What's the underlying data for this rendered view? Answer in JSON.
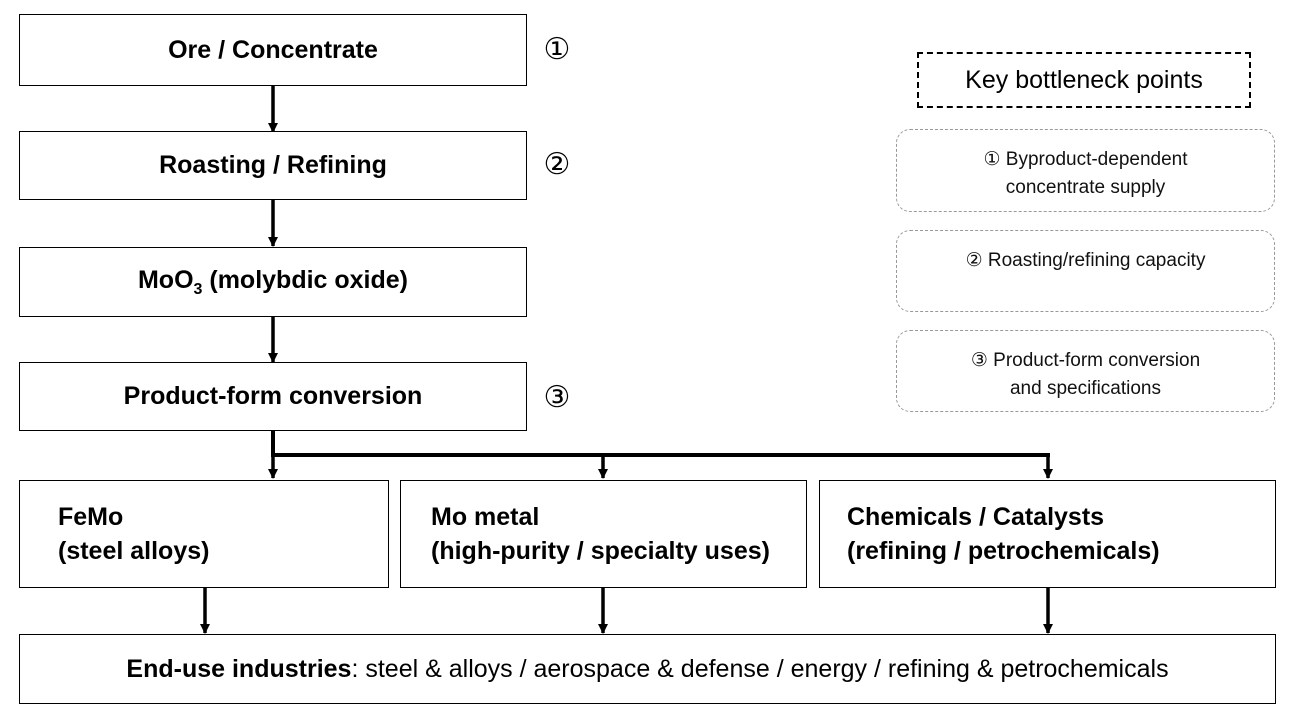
{
  "flow": {
    "stages": [
      {
        "label": "Ore / Concentrate",
        "marker": "①"
      },
      {
        "label": "Roasting / Refining",
        "marker": "②"
      },
      {
        "label_pre": "MoO",
        "label_sub": "3",
        "label_post": " (molybdic oxide)"
      },
      {
        "label": "Product-form conversion",
        "marker": "③"
      }
    ],
    "outputs": [
      {
        "line1": "FeMo",
        "line2": "(steel alloys)"
      },
      {
        "line1": "Mo metal",
        "line2": "(high-purity / specialty uses)"
      },
      {
        "line1": "Chemicals / Catalysts",
        "line2": "(refining / petrochemicals)"
      }
    ],
    "end_use": {
      "bold": "End-use industries",
      "rest": ": steel & alloys / aerospace & defense / energy / refining & petrochemicals"
    }
  },
  "key": {
    "title": "Key bottleneck points",
    "points": [
      {
        "line1": "① Byproduct-dependent",
        "line2": "concentrate supply"
      },
      {
        "line1": "② Roasting/refining capacity",
        "line2": ""
      },
      {
        "line1": "③ Product-form conversion",
        "line2": "and specifications"
      }
    ]
  }
}
